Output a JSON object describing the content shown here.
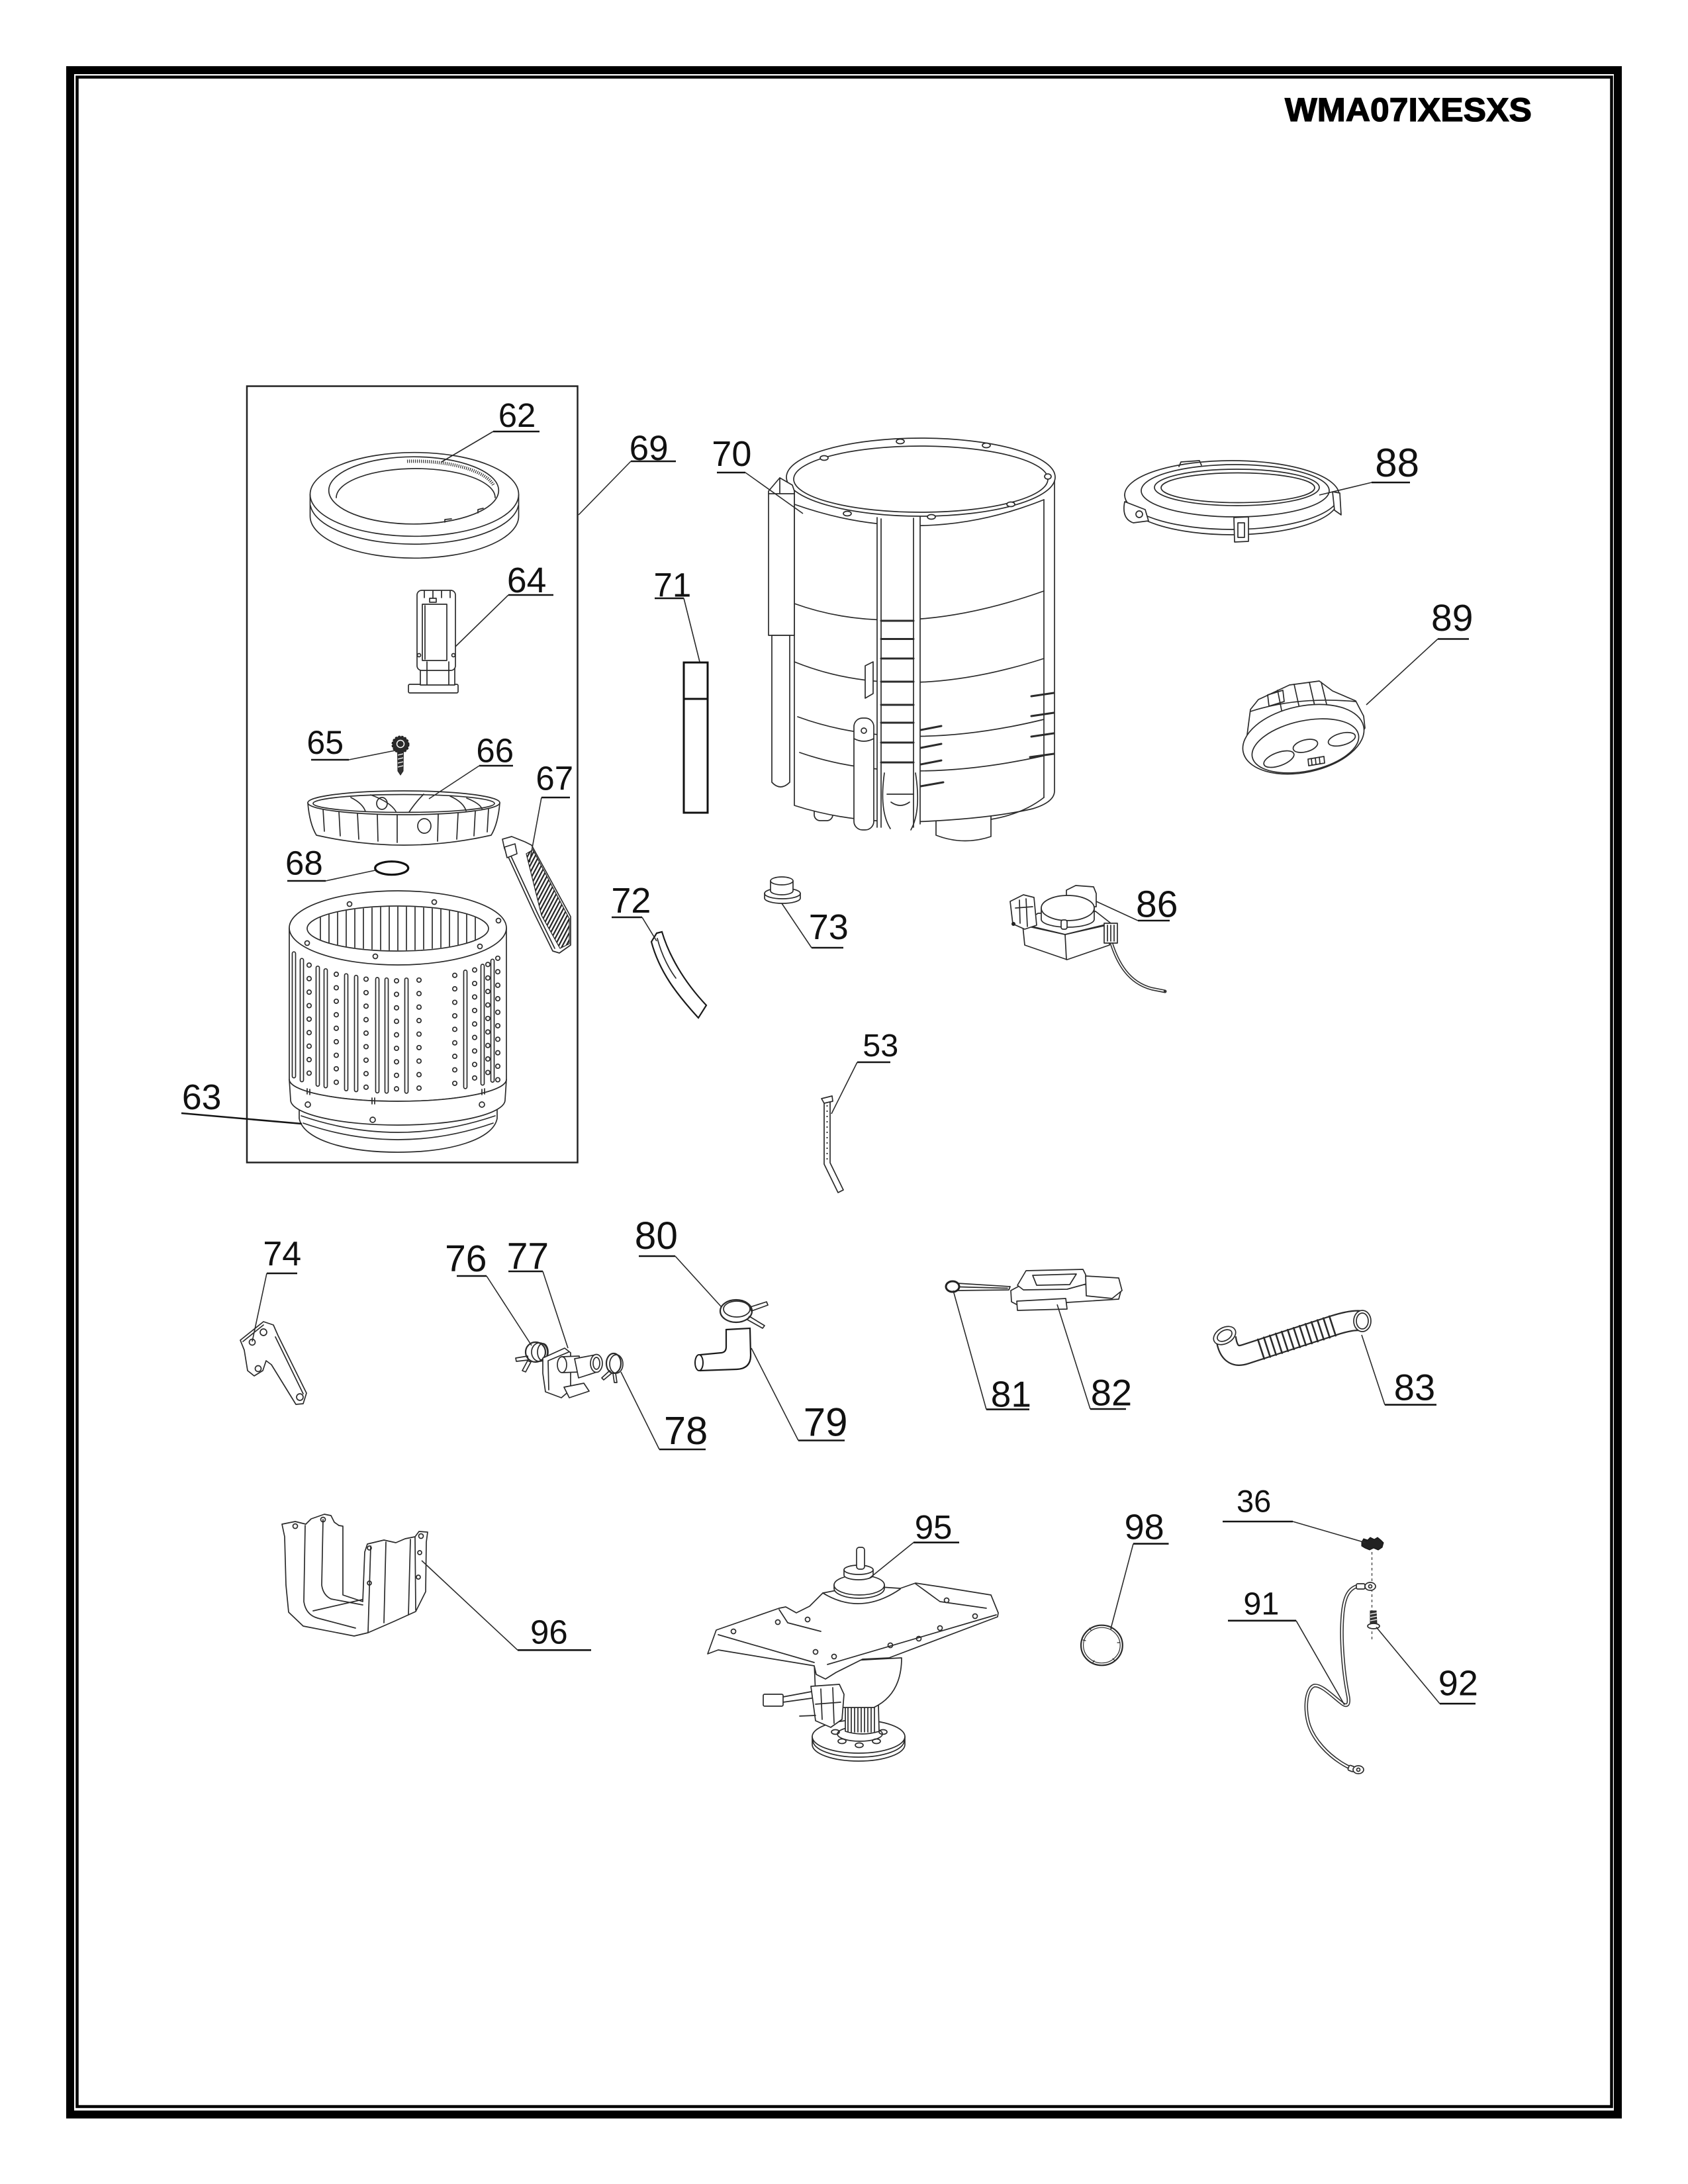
{
  "header": {
    "model_code": "WMA07IXESXS"
  },
  "assembly_box": {
    "label": "69",
    "callouts": [
      "62",
      "64",
      "65",
      "66",
      "67",
      "68",
      "63"
    ]
  },
  "callouts": [
    "70",
    "71",
    "88",
    "89",
    "72",
    "73",
    "86",
    "53",
    "74",
    "76",
    "77",
    "80",
    "78",
    "79",
    "81",
    "82",
    "83",
    "36",
    "95",
    "98",
    "96",
    "91",
    "92"
  ]
}
